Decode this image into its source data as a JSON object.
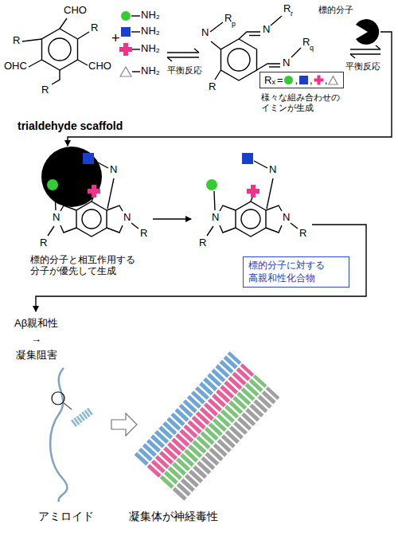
{
  "diagram": {
    "nodes": [
      {
        "text": [
          "R",
          "x",
          "=",
          ",",
          ",",
          ","
        ]
      },
      {
        "text": [
          "標的分子に対する 高親和性化合物"
        ]
      }
    ],
    "labels": [
      "CHO",
      "R",
      "OHC",
      "CHO",
      "R",
      "R",
      "trialdehyde scaffold",
      "+",
      "NH₂",
      "NH₂",
      "NH₂",
      "NH₂",
      "平衡反応",
      "N",
      "R",
      "p",
      "N",
      "R",
      "r",
      "N",
      "R",
      "q",
      "R",
      "様々な組み合わせの イミンが生成",
      "標的分子",
      "平衡反応",
      "N",
      "N",
      "N",
      "R",
      "R",
      "標的分子と相互作用する 分子が優先して生成",
      "N",
      "N",
      "N",
      "R",
      "R",
      "Aβ親和性 → 凝集阻害",
      "アミロイド 凝集体が神経毒性"
    ]
  }
}
